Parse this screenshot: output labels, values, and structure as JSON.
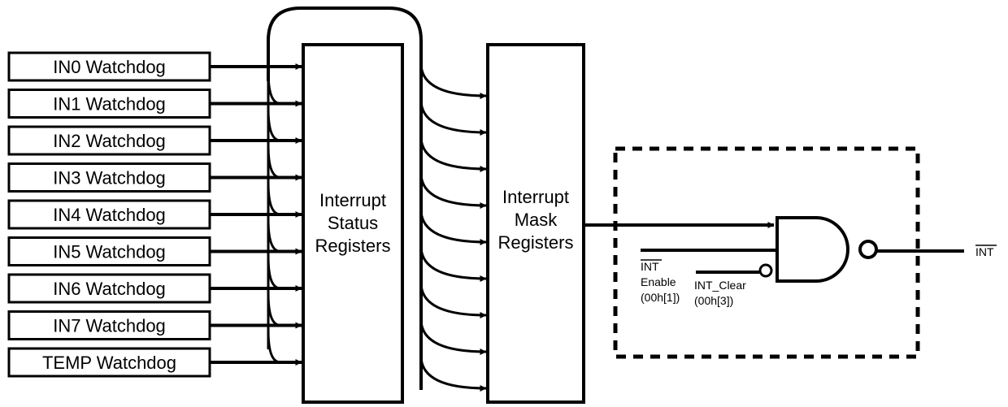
{
  "watchdogs": [
    {
      "label": "IN0 Watchdog"
    },
    {
      "label": "IN1 Watchdog"
    },
    {
      "label": "IN2 Watchdog"
    },
    {
      "label": "IN3 Watchdog"
    },
    {
      "label": "IN4 Watchdog"
    },
    {
      "label": "IN5 Watchdog"
    },
    {
      "label": "IN6 Watchdog"
    },
    {
      "label": "IN7 Watchdog"
    },
    {
      "label": "TEMP Watchdog"
    }
  ],
  "status_block": {
    "lines": [
      "Interrupt",
      "Status",
      "Registers"
    ]
  },
  "mask_block": {
    "lines": [
      "Interrupt",
      "Mask",
      "Registers"
    ]
  },
  "gate": {
    "enable_lines": [
      "INT",
      "Enable",
      "(00h[1])"
    ],
    "clear_lines": [
      "INT_Clear",
      "(00h[3])"
    ],
    "output": "INT"
  },
  "colors": {
    "stroke": "#000000",
    "background": "#ffffff"
  }
}
